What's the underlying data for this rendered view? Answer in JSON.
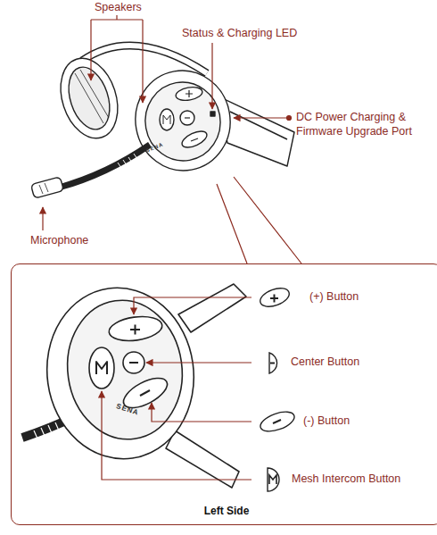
{
  "diagram": {
    "nodes": [
      {
        "text": [
          "Left Side"
        ]
      }
    ],
    "labels": [
      "Speakers",
      "Status & Charging LED",
      "DC Power Charging & Firmware Upgrade Port",
      "Microphone",
      "(+) Button",
      "Center Button",
      "(-) Button",
      "Mesh Intercom Button",
      "SENA",
      "SENA"
    ]
  }
}
